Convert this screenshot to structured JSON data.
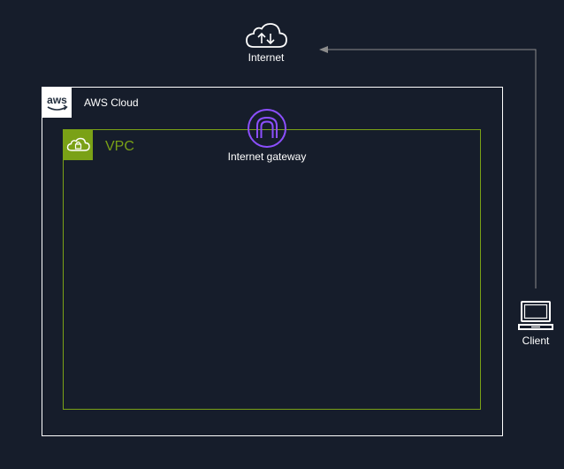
{
  "nodes": {
    "internet": {
      "label": "Internet",
      "icon": "cloud-upload-download-icon"
    },
    "internet_gateway": {
      "label": "Internet gateway",
      "icon": "internet-gateway-icon"
    },
    "client": {
      "label": "Client",
      "icon": "laptop-icon"
    }
  },
  "groups": {
    "aws_cloud": {
      "label": "AWS Cloud",
      "logo_text": "aws",
      "border_color": "#ffffff"
    },
    "vpc": {
      "label": "VPC",
      "icon": "vpc-lock-cloud-icon",
      "color": "#7aa116"
    }
  },
  "edges": [
    {
      "from": "client",
      "to": "internet",
      "style": "arrow",
      "color": "#8c8c8c"
    }
  ],
  "colors": {
    "background": "#161d2b",
    "vpc_green": "#7aa116",
    "gateway_purple": "#8c4fff",
    "text": "#ffffff"
  }
}
